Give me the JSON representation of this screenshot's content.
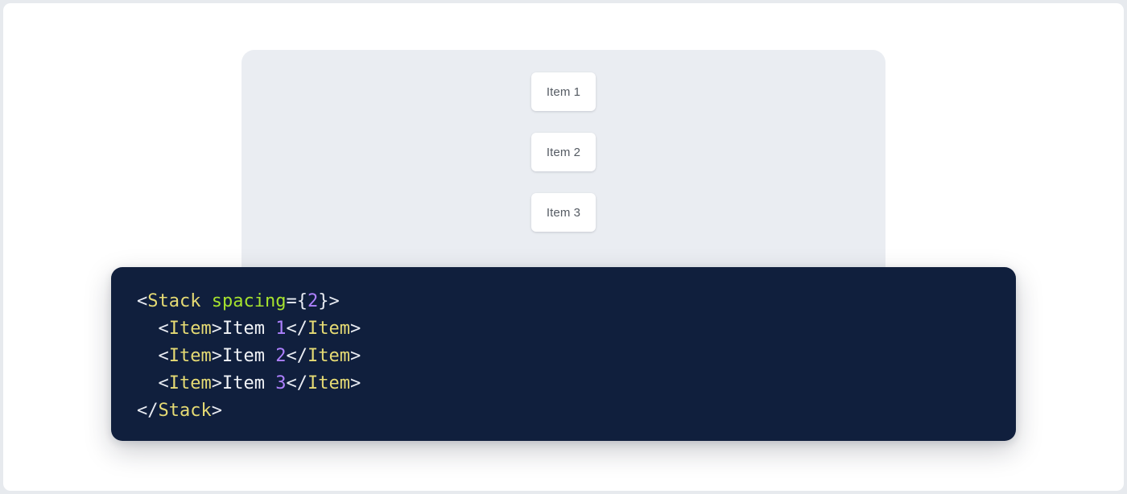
{
  "page": {
    "background_color": "#e7eaee",
    "card_color": "#ffffff"
  },
  "preview": {
    "name": "stack-preview",
    "background_color": "#eaedf2",
    "stack": {
      "direction": "vertical",
      "spacing": 2,
      "items": [
        {
          "label": "Item 1"
        },
        {
          "label": "Item 2"
        },
        {
          "label": "Item 3"
        }
      ]
    }
  },
  "code": {
    "language": "jsx",
    "background_color": "#101f3d",
    "colors": {
      "punctuation": "#e9ecf3",
      "tag": "#e6db74",
      "attribute": "#a6e22e",
      "number": "#ae81ff",
      "text": "#f2f4f8"
    },
    "plain_text": "<Stack spacing={2}>\n  <Item>Item 1</Item>\n  <Item>Item 2</Item>\n  <Item>Item 3</Item>\n</Stack>",
    "lines": [
      {
        "tokens": [
          {
            "t": "<",
            "k": "punct"
          },
          {
            "t": "Stack",
            "k": "tag"
          },
          {
            "t": " ",
            "k": "punct"
          },
          {
            "t": "spacing",
            "k": "attr"
          },
          {
            "t": "={",
            "k": "punct"
          },
          {
            "t": "2",
            "k": "num"
          },
          {
            "t": "}>",
            "k": "punct"
          }
        ]
      },
      {
        "tokens": [
          {
            "t": "  <",
            "k": "punct"
          },
          {
            "t": "Item",
            "k": "tag"
          },
          {
            "t": ">",
            "k": "punct"
          },
          {
            "t": "Item ",
            "k": "text"
          },
          {
            "t": "1",
            "k": "num"
          },
          {
            "t": "</",
            "k": "punct"
          },
          {
            "t": "Item",
            "k": "tag"
          },
          {
            "t": ">",
            "k": "punct"
          }
        ]
      },
      {
        "tokens": [
          {
            "t": "  <",
            "k": "punct"
          },
          {
            "t": "Item",
            "k": "tag"
          },
          {
            "t": ">",
            "k": "punct"
          },
          {
            "t": "Item ",
            "k": "text"
          },
          {
            "t": "2",
            "k": "num"
          },
          {
            "t": "</",
            "k": "punct"
          },
          {
            "t": "Item",
            "k": "tag"
          },
          {
            "t": ">",
            "k": "punct"
          }
        ]
      },
      {
        "tokens": [
          {
            "t": "  <",
            "k": "punct"
          },
          {
            "t": "Item",
            "k": "tag"
          },
          {
            "t": ">",
            "k": "punct"
          },
          {
            "t": "Item ",
            "k": "text"
          },
          {
            "t": "3",
            "k": "num"
          },
          {
            "t": "</",
            "k": "punct"
          },
          {
            "t": "Item",
            "k": "tag"
          },
          {
            "t": ">",
            "k": "punct"
          }
        ]
      },
      {
        "tokens": [
          {
            "t": "</",
            "k": "punct"
          },
          {
            "t": "Stack",
            "k": "tag"
          },
          {
            "t": ">",
            "k": "punct"
          }
        ]
      }
    ]
  }
}
